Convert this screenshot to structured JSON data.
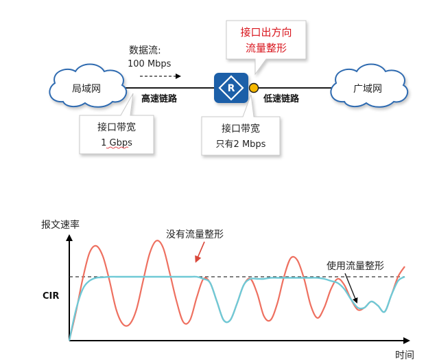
{
  "network": {
    "lan_label": "局域网",
    "wan_label": "广域网",
    "flow_label_line1": "数据流:",
    "flow_label_line2": "100 Mbps",
    "high_speed_link_label": "高速链路",
    "low_speed_link_label": "低速链路",
    "shaping_callout_line1": "接口出方向",
    "shaping_callout_line2": "流量整形",
    "lan_bw_line1": "接口带宽",
    "lan_bw_line2": "1 Gbps",
    "wan_bw_line1": "接口带宽",
    "wan_bw_line2": "只有2 Mbps",
    "router_icon": "router-r-diamond-icon",
    "colors": {
      "router": "#1b5fa8",
      "shaping_point": "#f5b700",
      "callout_text": "#d8141c",
      "link": "#1a1a1a"
    }
  },
  "chart": {
    "ylabel": "报文速率",
    "xlabel": "时间",
    "cir_label": "CIR",
    "label_unshaped": "没有流量整形",
    "label_shaped": "使用流量整形",
    "colors": {
      "unshaped": "#ee7060",
      "shaped": "#6fc9d6",
      "cir_line": "#333333"
    }
  },
  "chart_data": {
    "type": "line",
    "title": "",
    "xlabel": "时间",
    "ylabel": "报文速率",
    "x": [
      0,
      2,
      4,
      6,
      8,
      10,
      12,
      14,
      16,
      18,
      20,
      22,
      24,
      26,
      28,
      30,
      32,
      34,
      36,
      38,
      40,
      42,
      44,
      46,
      48,
      50,
      52,
      54,
      56,
      58,
      60,
      62,
      64,
      66,
      68,
      70,
      72,
      74,
      76,
      78,
      80,
      82,
      84,
      86,
      88,
      90,
      92,
      94,
      96,
      98,
      100
    ],
    "reference_line": {
      "name": "CIR",
      "y": 0.62
    },
    "ylim": [
      0,
      1
    ],
    "series": [
      {
        "name": "没有流量整形",
        "values": [
          0.0,
          0.28,
          0.6,
          0.85,
          0.92,
          0.82,
          0.58,
          0.3,
          0.16,
          0.16,
          0.3,
          0.58,
          0.85,
          0.97,
          0.9,
          0.65,
          0.38,
          0.18,
          0.2,
          0.42,
          0.6,
          0.56,
          0.38,
          0.2,
          0.2,
          0.36,
          0.54,
          0.6,
          0.46,
          0.24,
          0.2,
          0.36,
          0.62,
          0.8,
          0.78,
          0.6,
          0.34,
          0.22,
          0.32,
          0.5,
          0.6,
          0.54,
          0.4,
          0.3,
          0.32,
          0.38,
          0.34,
          0.28,
          0.44,
          0.62,
          0.72
        ]
      },
      {
        "name": "使用流量整形",
        "values": [
          0.0,
          0.3,
          0.5,
          0.58,
          0.61,
          0.615,
          0.62,
          0.62,
          0.62,
          0.62,
          0.62,
          0.62,
          0.62,
          0.62,
          0.62,
          0.62,
          0.62,
          0.62,
          0.62,
          0.62,
          0.6,
          0.56,
          0.38,
          0.2,
          0.2,
          0.36,
          0.54,
          0.6,
          0.6,
          0.6,
          0.61,
          0.61,
          0.61,
          0.61,
          0.61,
          0.61,
          0.61,
          0.61,
          0.6,
          0.58,
          0.56,
          0.5,
          0.4,
          0.32,
          0.32,
          0.38,
          0.34,
          0.28,
          0.44,
          0.58,
          0.62
        ]
      }
    ]
  }
}
